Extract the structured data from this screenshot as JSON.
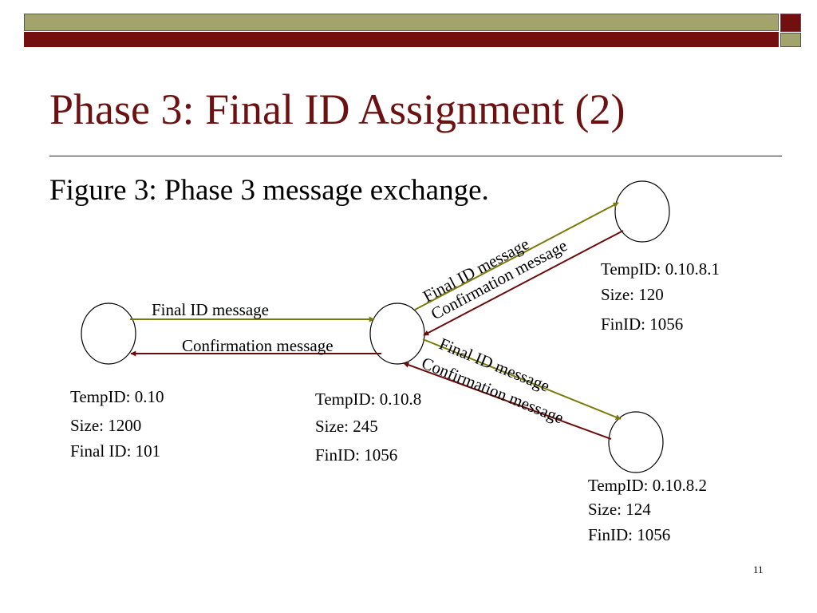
{
  "slide": {
    "title": "Phase 3: Final ID Assignment (2)",
    "caption": "Figure 3: Phase 3 message exchange.",
    "page_number": "11"
  },
  "colors": {
    "olive": "#a3a36c",
    "maroon": "#730f0f",
    "title": "#6b1111",
    "final_arrow": "#7a7a0a",
    "confirm_arrow": "#6b0c0c"
  },
  "nodes": [
    {
      "id": "node-a",
      "lines": [
        "TempID: 0.10",
        "Size: 1200",
        "Final ID: 101"
      ]
    },
    {
      "id": "node-b",
      "lines": [
        "TempID: 0.10.8",
        "Size: 245",
        "FinID: 1056"
      ]
    },
    {
      "id": "node-c",
      "lines": [
        "TempID: 0.10.8.1",
        "Size: 120",
        "FinID: 1056"
      ]
    },
    {
      "id": "node-d",
      "lines": [
        "TempID: 0.10.8.2",
        "Size: 124",
        "FinID: 1056"
      ]
    }
  ],
  "messages": {
    "final_id": "Final ID message",
    "confirmation": "Confirmation message"
  }
}
